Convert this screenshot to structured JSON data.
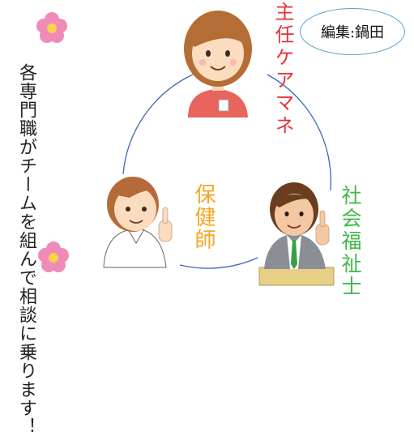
{
  "editor_label": "編集:鍋田",
  "side_text": "各専門職がチームを組んで相談に乗ります！",
  "roles": {
    "care_manager": "主任ケアマネ",
    "nurse": "保健師",
    "social_worker": "社会福祉士"
  },
  "colors": {
    "care_manager": "#e8303a",
    "nurse": "#f6a623",
    "social_worker": "#44b84a",
    "circle": "#3f67b5",
    "editor_border": "#4aa3d8",
    "flower_petal": "#f08ab8",
    "flower_center": "#f6d34a"
  },
  "icons": [
    "flower-icon",
    "care-manager-illustration",
    "nurse-illustration",
    "social-worker-illustration"
  ]
}
